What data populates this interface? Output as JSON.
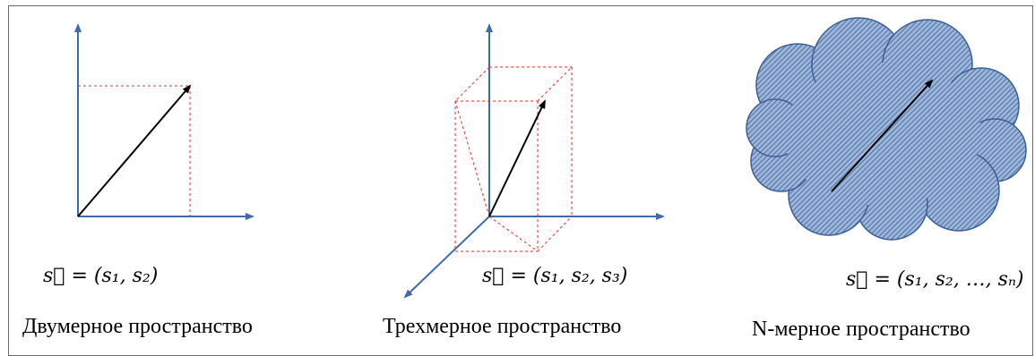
{
  "panels": [
    {
      "formula": "s⃗ = (s₁, s₂)",
      "caption": "Двумерное пространство"
    },
    {
      "formula": "s⃗ = (s₁, s₂, s₃)",
      "caption": "Трехмерное пространство"
    },
    {
      "formula": "s⃗ = (s₁, s₂, …, sₙ)",
      "caption": "N-мерное пространство"
    }
  ],
  "colors": {
    "axis": "#3f6aad",
    "guide": "#e0302a",
    "vector": "#000000",
    "cloud_fill": "#7f9ec8",
    "cloud_stroke": "#3a5f96"
  }
}
